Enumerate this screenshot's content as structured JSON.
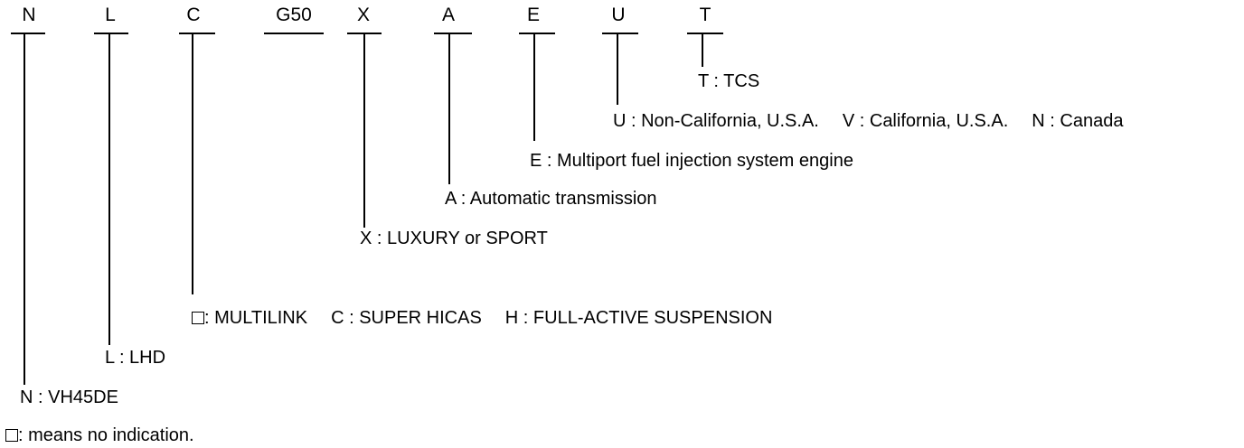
{
  "codes": [
    {
      "char": "N"
    },
    {
      "char": "L"
    },
    {
      "char": "C"
    },
    {
      "char": "G50"
    },
    {
      "char": "X"
    },
    {
      "char": "A"
    },
    {
      "char": "E"
    },
    {
      "char": "U"
    },
    {
      "char": "T"
    }
  ],
  "labels": {
    "t": {
      "text": "T : TCS"
    },
    "u": {
      "segments": [
        "U : Non-California, U.S.A.",
        "V : California, U.S.A.",
        "N : Canada"
      ]
    },
    "e": {
      "text": "E : Multiport fuel injection system engine"
    },
    "a": {
      "text": "A : Automatic transmission"
    },
    "x": {
      "text": "X : LUXURY or SPORT"
    },
    "c": {
      "box_suffix": " : MULTILINK",
      "segments": [
        "C : SUPER HICAS",
        "H : FULL-ACTIVE SUSPENSION"
      ]
    },
    "l": {
      "text": "L : LHD"
    },
    "n": {
      "text": "N : VH45DE"
    }
  },
  "footnote": {
    "text": ": means no indication."
  }
}
